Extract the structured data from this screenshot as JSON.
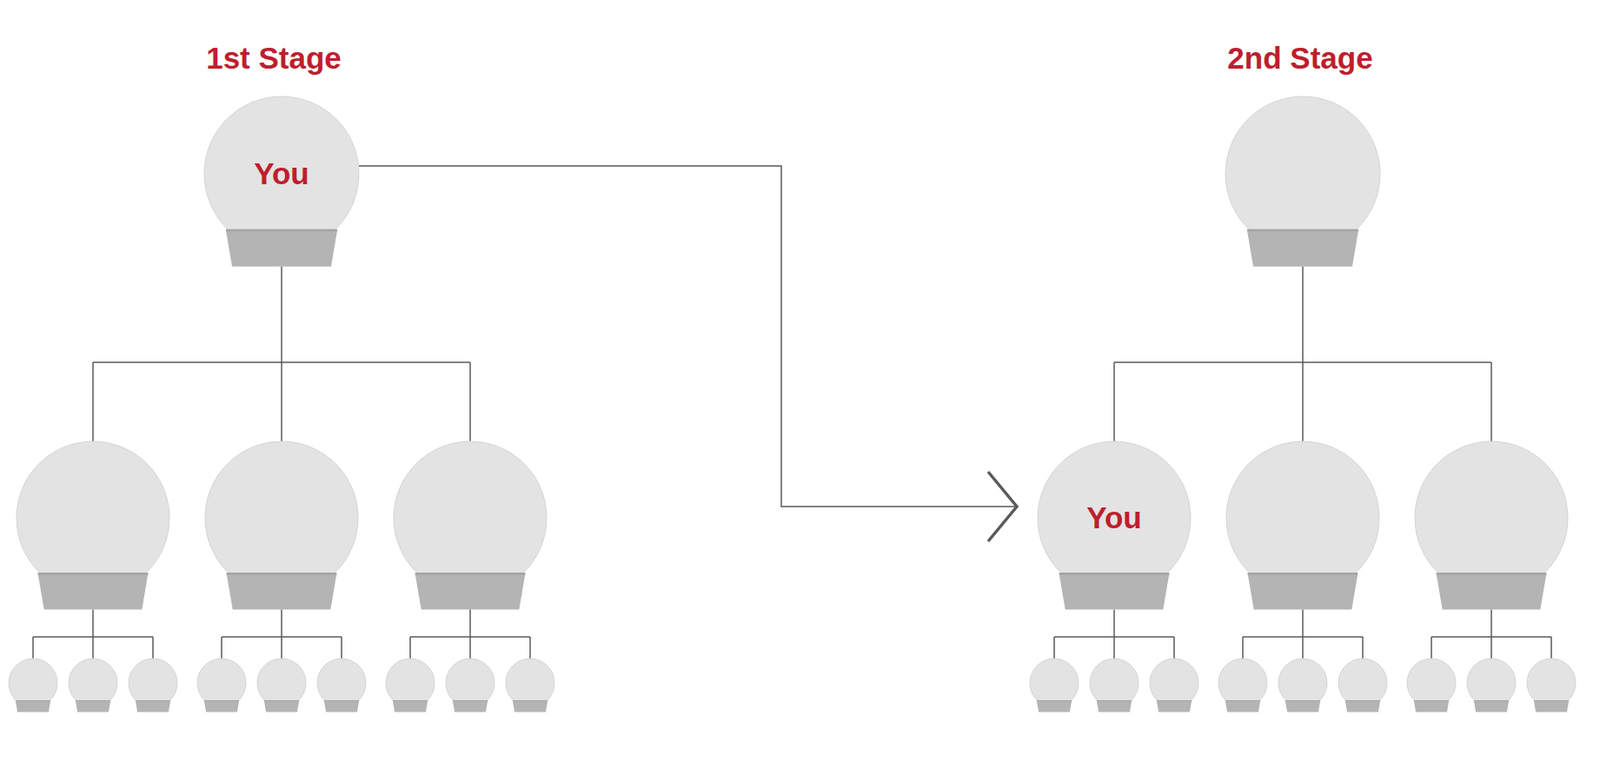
{
  "diagram": {
    "nodes": [
      {
        "text": [
          "You"
        ]
      },
      {
        "text": [
          "You"
        ]
      }
    ],
    "edges": [
      {
        "from": 0,
        "to": 1,
        "arrow": "to"
      }
    ],
    "labels": [
      "1st Stage",
      "2nd Stage"
    ]
  }
}
